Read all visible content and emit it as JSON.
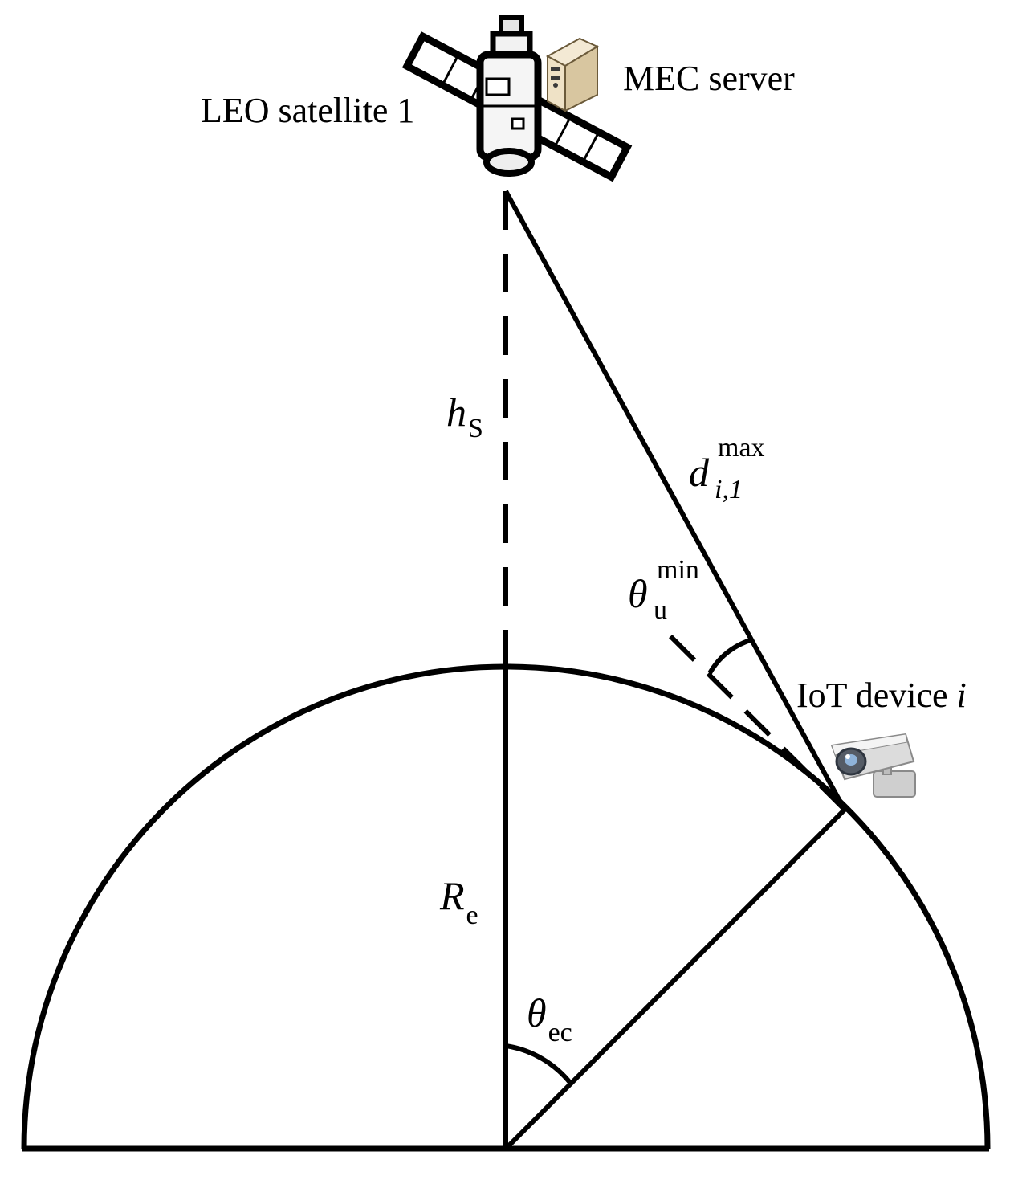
{
  "labels": {
    "satellite": "LEO satellite 1",
    "server": "MEC server",
    "device_prefix": "IoT device ",
    "device_index": "i",
    "height_main": "h",
    "height_sub": "S",
    "distance_main": "d",
    "distance_sub": "i,1",
    "distance_sup": "max",
    "elev_main": "θ",
    "elev_sub": "u",
    "elev_sup": "min",
    "radius_main": "R",
    "radius_sub": "e",
    "angle_main": "θ",
    "angle_sub": "ec"
  },
  "icons": {
    "satellite": "satellite-icon",
    "server": "server-icon",
    "camera": "surveillance-camera-icon"
  },
  "colors": {
    "stroke": "#000000",
    "background": "#ffffff"
  }
}
